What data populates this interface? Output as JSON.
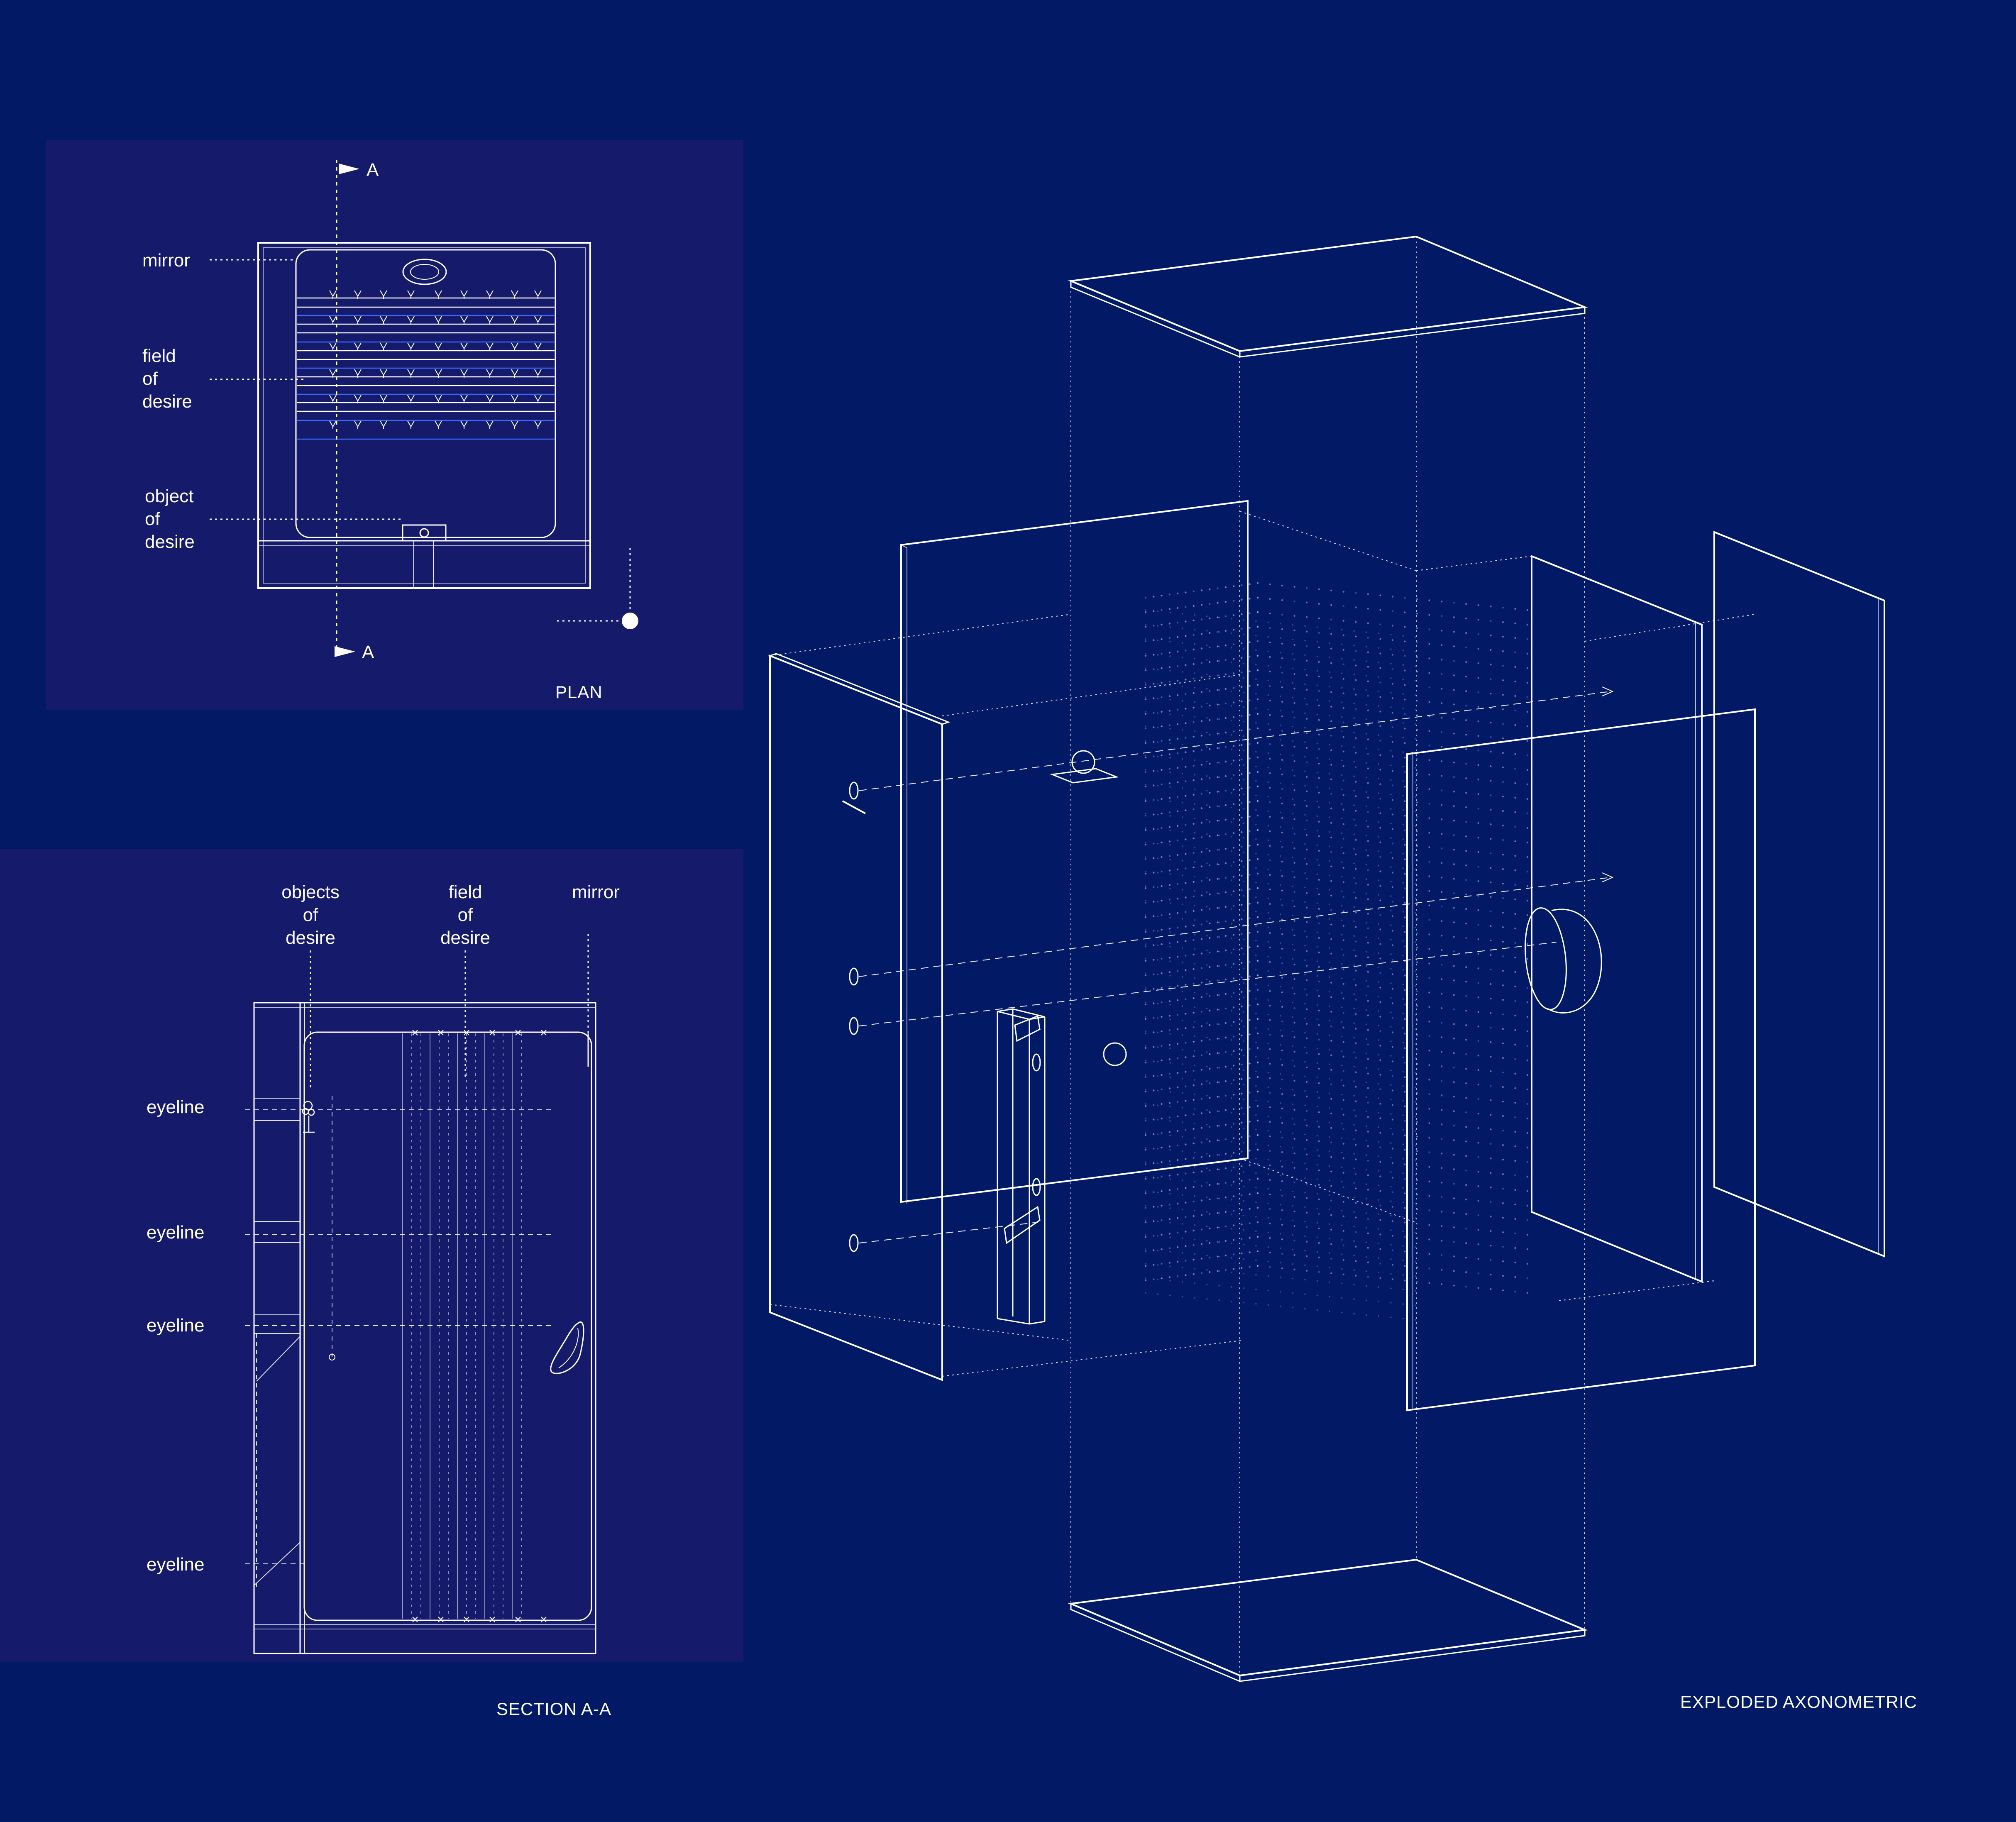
{
  "plan": {
    "title": "PLAN",
    "section_marker_top": "A",
    "section_marker_bottom": "A",
    "labels": {
      "mirror": "mirror",
      "field_1": "field",
      "field_2": "of",
      "field_3": "desire",
      "object_1": "object",
      "object_2": "of",
      "object_3": "desire"
    }
  },
  "section": {
    "title": "SECTION A-A",
    "labels": {
      "objects_1": "objects",
      "objects_2": "of",
      "objects_3": "desire",
      "field_1": "field",
      "field_2": "of",
      "field_3": "desire",
      "mirror": "mirror",
      "eyeline_1": "eyeline",
      "eyeline_2": "eyeline",
      "eyeline_3": "eyeline",
      "eyeline_4": "eyeline"
    }
  },
  "axonometric": {
    "title": "EXPLODED AXONOMETRIC"
  },
  "colors": {
    "background": "#021a66",
    "panel": "#161a6b",
    "line": "#ffffff",
    "accent": "#3a6bff"
  }
}
